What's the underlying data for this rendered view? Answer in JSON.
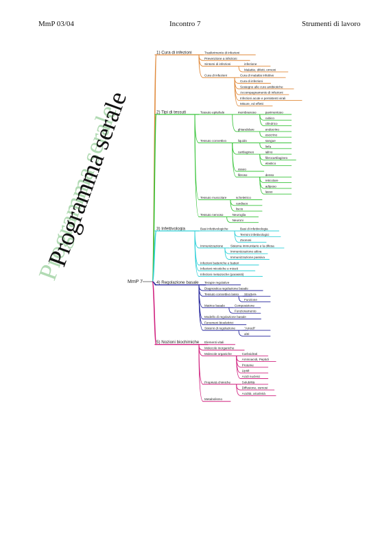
{
  "header": {
    "left": "MmP 03/04",
    "center": "Incontro 7",
    "right": "Strumenti di lavoro"
  },
  "watermark": {
    "text": "Programma serale",
    "shadow_color": "#a9d6ab",
    "main_color": "#111111"
  },
  "mindmap": {
    "root": "MmP 7",
    "colors": {
      "orange": "#e0893a",
      "green": "#38c43a",
      "cyan": "#2fd0d8",
      "navy": "#2a2a9e",
      "magenta": "#d0207e"
    },
    "branches": [
      {
        "label": "1) Cura di infezioni",
        "color": "orange",
        "children": [
          {
            "label": "Trasferimento di infezioni"
          },
          {
            "label": "Prevenzione a infezioni"
          },
          {
            "label": "Sintomi di infezioni",
            "children": [
              {
                "label": "infezione"
              },
              {
                "label": "Malattie, difetti, ormoni"
              }
            ]
          },
          {
            "label": "Cura di infezioni",
            "children": [
              {
                "label": "Cura di malattie infettive"
              },
              {
                "label": "Cura di infezioni"
              },
              {
                "label": "Sostegno alle cure antibiotiche"
              },
              {
                "label": "Accompagnamento di infezioni"
              },
              {
                "label": "Infezioni acute e persistenti virali"
              },
              {
                "label": "Misure, ed effetti"
              }
            ]
          }
        ]
      },
      {
        "label": "2) Tipi di tessuti",
        "color": "green",
        "children": [
          {
            "label": "Tessuto epiteliale",
            "children": [
              {
                "label": "membranoso",
                "children": [
                  {
                    "label": "pavimentoso"
                  },
                  {
                    "label": "cubico"
                  },
                  {
                    "label": "cilindrico"
                  }
                ]
              },
              {
                "label": "ghiandolare",
                "children": [
                  {
                    "label": "endocrino"
                  },
                  {
                    "label": "esocrino"
                  }
                ]
              }
            ]
          },
          {
            "label": "Tessuto connettivo",
            "children": [
              {
                "label": "liquido",
                "children": [
                  {
                    "label": "sangue"
                  },
                  {
                    "label": "linfa"
                  }
                ]
              },
              {
                "label": "cartilagineo",
                "children": [
                  {
                    "label": "ialino"
                  },
                  {
                    "label": "fibrocartilagineo"
                  },
                  {
                    "label": "elastico"
                  }
                ]
              },
              {
                "label": "osseo"
              },
              {
                "label": "fibroso",
                "children": [
                  {
                    "label": "denso"
                  },
                  {
                    "label": "reticolare"
                  },
                  {
                    "label": "adiposo"
                  },
                  {
                    "label": "lasso"
                  }
                ]
              }
            ]
          },
          {
            "label": "Tessuto muscolare",
            "children": [
              {
                "label": "scheletrico"
              },
              {
                "label": "cardiaco"
              },
              {
                "label": "liscio"
              }
            ]
          },
          {
            "label": "Tessuto nervoso",
            "children": [
              {
                "label": "Neuroglia"
              },
              {
                "label": "Neuroni"
              }
            ]
          }
        ]
      },
      {
        "label": "3) Infettivologia",
        "color": "cyan",
        "children": [
          {
            "label": "Basi infettivologiche",
            "children": [
              {
                "label": "Basi di infettivologia"
              },
              {
                "label": "Termini infettivologici"
              },
              {
                "label": "Zoonosi"
              }
            ]
          },
          {
            "label": "Immunizzazione",
            "children": [
              {
                "label": "Sistema immunitario e la difesa"
              },
              {
                "label": "Immunizzazione attiva"
              },
              {
                "label": "Immunizzazione passiva"
              }
            ]
          },
          {
            "label": "Infezioni batteriche e batteri"
          },
          {
            "label": "Infezioni micotiche e miceti"
          },
          {
            "label": "Infezioni metazoiche (parassiti)"
          }
        ]
      },
      {
        "label": "4) Regolazione basale",
        "color": "navy",
        "children": [
          {
            "label": "Terapie regolative"
          },
          {
            "label": "Diagnostica regolazione basale"
          },
          {
            "label": "Tessuto connettivo lasso",
            "children": [
              {
                "label": "Struttura"
              },
              {
                "label": "Funzione"
              }
            ]
          },
          {
            "label": "Matrice basale",
            "children": [
              {
                "label": "Composizione"
              },
              {
                "label": "Funzionamento"
              }
            ]
          },
          {
            "label": "Modello di regolazione basale"
          },
          {
            "label": "Fenomeni bioelettrici"
          },
          {
            "label": "Sistemi di regolazione",
            "children": [
              {
                "label": "\"Amodi\""
              },
              {
                "label": "altri"
              }
            ]
          }
        ]
      },
      {
        "label": "5) Nozioni biochimiche",
        "color": "magenta",
        "children": [
          {
            "label": "Elementi vitali"
          },
          {
            "label": "Molecole inorganiche"
          },
          {
            "label": "Molecole organiche",
            "children": [
              {
                "label": "Carboidrati"
              },
              {
                "label": "Aminoacidi, Peptidi"
              },
              {
                "label": "Proteine"
              },
              {
                "label": "Lipidi"
              },
              {
                "label": "Acidi nucleici"
              }
            ]
          },
          {
            "label": "Proprietà chimiche",
            "children": [
              {
                "label": "Solubilità"
              },
              {
                "label": "Diffusione, osmosi"
              },
              {
                "label": "Acidità, alcalinità"
              }
            ]
          },
          {
            "label": "Metabolismo"
          }
        ]
      }
    ]
  }
}
